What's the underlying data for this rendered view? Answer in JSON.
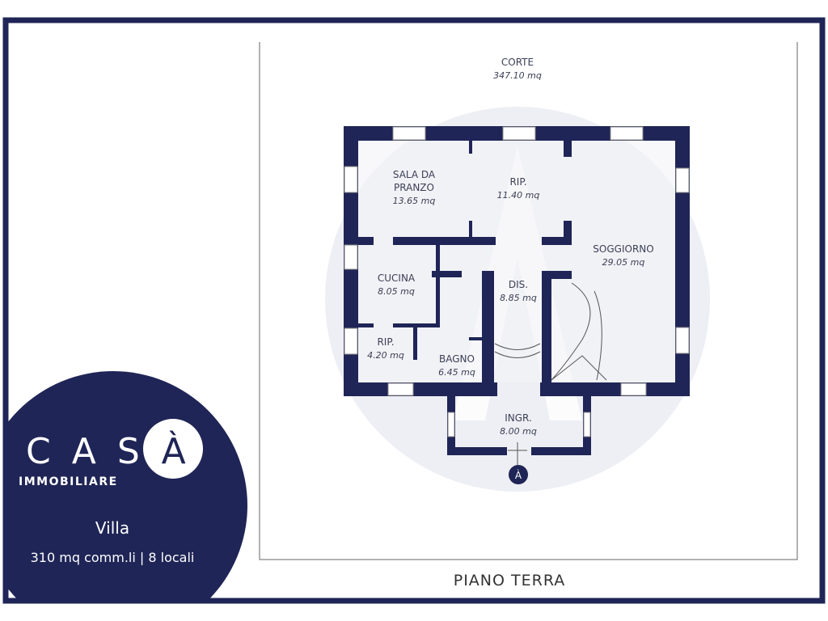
{
  "brand": {
    "name": "CASÀ",
    "letters": "CAS",
    "accent_letter": "À",
    "subtitle": "IMMOBILIARE"
  },
  "listing": {
    "type": "Villa",
    "details": "310 mq comm.li | 8 locali"
  },
  "plan": {
    "floor_label": "PIANO TERRA",
    "outdoor": {
      "name": "CORTE",
      "area": "347.10 mq"
    },
    "rooms": [
      {
        "name": "SALA DA",
        "name2": "PRANZO",
        "area": "13.65 mq"
      },
      {
        "name": "RIP.",
        "area": "11.40 mq"
      },
      {
        "name": "SOGGIORNO",
        "area": "29.05 mq"
      },
      {
        "name": "CUCINA",
        "area": "8.05 mq"
      },
      {
        "name": "DIS.",
        "area": "8.85 mq"
      },
      {
        "name": "RIP.",
        "area": "4.20 mq"
      },
      {
        "name": "BAGNO",
        "area": "6.45 mq"
      },
      {
        "name": "INGR.",
        "area": "8.00 mq"
      }
    ],
    "entrance_marker": "À"
  },
  "colors": {
    "navy": "#1f2556",
    "watermark": "#eeeff4"
  }
}
